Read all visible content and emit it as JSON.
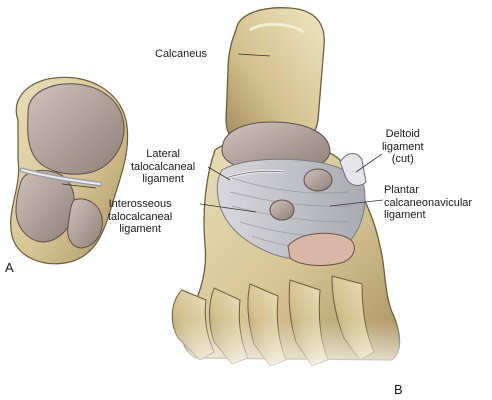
{
  "figure": {
    "panels": [
      {
        "letter": "A"
      },
      {
        "letter": "B"
      }
    ],
    "labels": {
      "calcaneus": "Calcaneus",
      "lateral_talocalcaneal": "Lateral\ntalocalcaneal\nligament",
      "interosseous_talocalcaneal": "Interosseous\ntalocalcaneal\nligament",
      "deltoid": "Deltoid\nligament\n(cut)",
      "plantar_calcaneonavicular": "Plantar\ncalcaneonavicular\nligament"
    },
    "colors": {
      "bone": "#d9c9a0",
      "bone_shadow": "#b09a68",
      "articular_cartilage": "#b7a8a0",
      "ligament": "#c9c9cf",
      "leader_line": "#333333"
    }
  }
}
